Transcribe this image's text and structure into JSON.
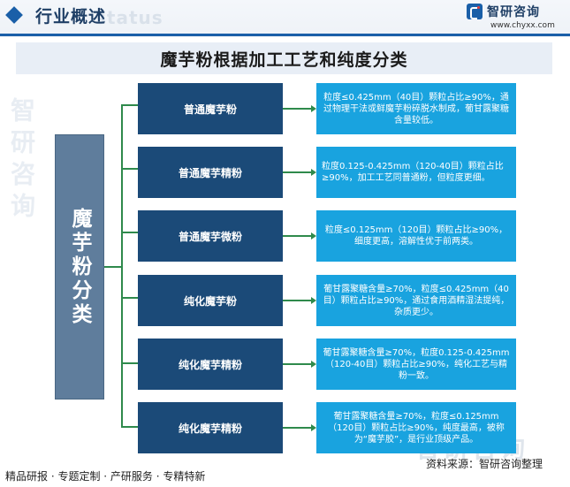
{
  "header": {
    "section_title": "行业概述",
    "watermark_text": "status",
    "logo_name": "智研咨询",
    "logo_url": "www.chyxx.com"
  },
  "chart_title": "魔芋粉根据加工工艺和纯度分类",
  "root": {
    "label": "魔芋粉分类"
  },
  "categories": [
    {
      "name": "普通魔芋粉",
      "description": "粒度≤0.425mm（40目）颗粒占比≥90%，通过物理干法或鲜魔芋粉碎脱水制成，葡甘露聚糖含量较低。"
    },
    {
      "name": "普通魔芋精粉",
      "description": "粒度0.125-0.425mm（120-40目）颗粒占比≥90%，加工工艺同普通粉，但粒度更细。"
    },
    {
      "name": "普通魔芋微粉",
      "description": "粒度≤0.125mm（120目）颗粒占比≥90%，细度更高，溶解性优于前两类。"
    },
    {
      "name": "纯化魔芋粉",
      "description": "葡甘露聚糖含量≥70%，粒度≤0.425mm（40目）颗粒占比≥90%，通过食用酒精湿法提纯，杂质更少。"
    },
    {
      "name": "纯化魔芋精粉",
      "description": "葡甘露聚糖含量≥70%，粒度0.125-0.425mm（120-40目）颗粒占比≥90%，纯化工艺与精粉一致。"
    },
    {
      "name": "纯化魔芋精粉",
      "description": "葡甘露聚糖含量≥70%，粒度≤0.125mm（120目）颗粒占比≥90%，纯度最高，被称为“魔芋胶”，是行业顶级产品。"
    }
  ],
  "watermarks": {
    "side": "智研咨询",
    "bottom": "智研咨询"
  },
  "footer": {
    "services": "精品研报 · 专题定制 · 产研服务 · 专精特新",
    "source": "资料来源：智研咨询整理"
  },
  "colors": {
    "accent": "#1a5fa8",
    "category_bg": "#1b4a78",
    "description_bg": "#19a3df",
    "root_bg": "#5f7d9c",
    "connector": "#2f8a4c"
  }
}
